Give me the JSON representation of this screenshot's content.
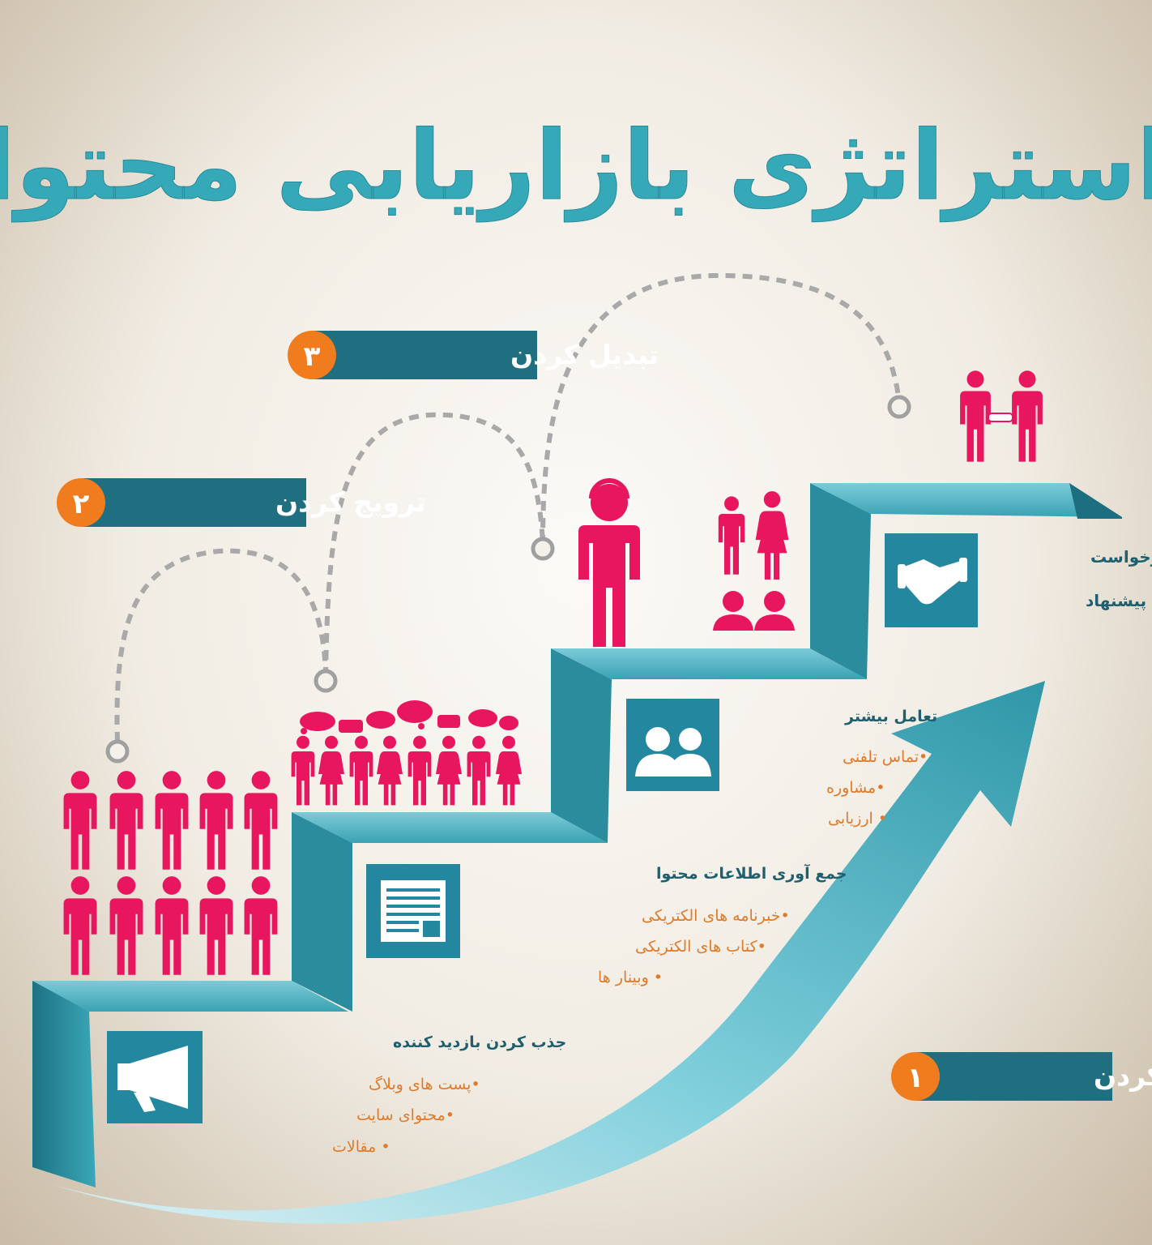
{
  "title": "استراتژی بازاریابی محتوا",
  "colors": {
    "teal": "#2f97a8",
    "teal_dark": "#1d6f80",
    "teal_light": "#63c2d1",
    "pink": "#e8155f",
    "orange": "#f07c1e",
    "bullet_text": "#e07a28",
    "heading_text": "#1f5f6e",
    "dotted": "#a9a9a9"
  },
  "stage_labels": [
    {
      "num": "۱",
      "label": "ایجاد کردن"
    },
    {
      "num": "۲",
      "label": "ترویج کردن"
    },
    {
      "num": "۳",
      "label": "تبدیل کردن"
    }
  ],
  "steps": [
    {
      "icon": "megaphone-icon",
      "heading": "جذب کردن بازدید کننده",
      "items": [
        "•پست های وبلاگ",
        "•محتوای سایت",
        "• مقالات"
      ]
    },
    {
      "icon": "newspaper-icon",
      "heading": "جمع آوری اطلاعات محتوا",
      "items": [
        "•خبرنامه های الکتریکی",
        "•کتاب های الکتریکی",
        "• وبینار ها"
      ]
    },
    {
      "icon": "people-icon",
      "heading": "تعامل بیشتر",
      "items": [
        "•تماس تلفنی",
        "•مشاوره",
        "• ارزیابی"
      ]
    },
    {
      "icon": "handshake-icon",
      "heading_lines": [
        "درخواست",
        "پیشنهاد"
      ]
    }
  ]
}
